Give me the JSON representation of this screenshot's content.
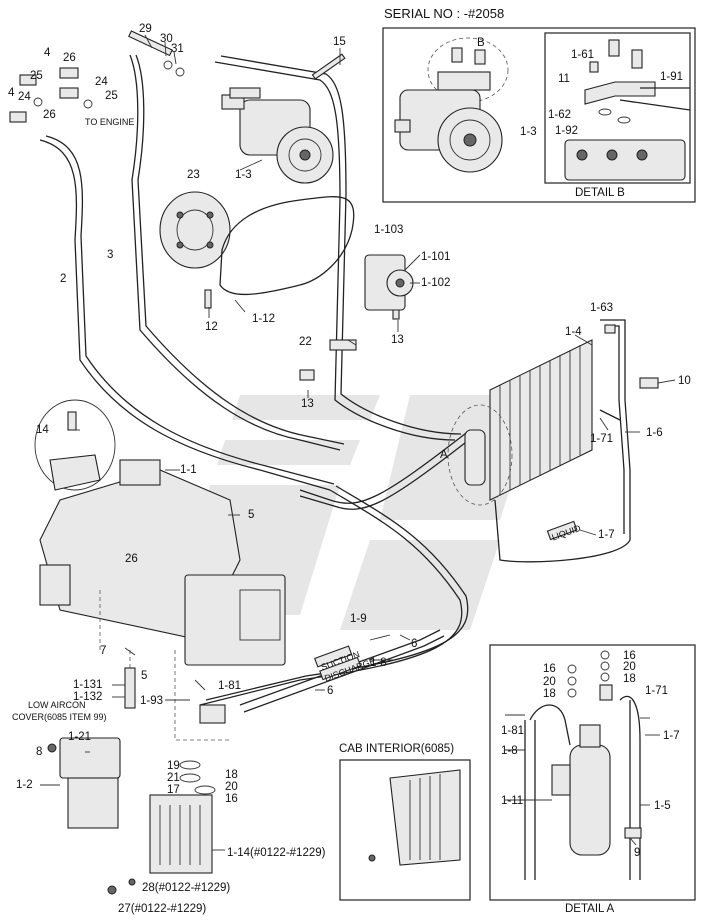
{
  "serial_header": "SERIAL NO : -#2058",
  "detail_b_title": "DETAIL B",
  "detail_a_title": "DETAIL A",
  "cab_interior_title": "CAB INTERIOR(6085)",
  "to_engine": "TO ENGINE",
  "low_aircon_line1": "LOW AIRCON",
  "low_aircon_line2": "COVER(6085 ITEM 99)",
  "labels": [
    {
      "id": "l29",
      "text": "29"
    },
    {
      "id": "l30",
      "text": "30"
    },
    {
      "id": "l31",
      "text": "31"
    },
    {
      "id": "l4a",
      "text": "4"
    },
    {
      "id": "l26a",
      "text": "26"
    },
    {
      "id": "l25a",
      "text": "25"
    },
    {
      "id": "l4b",
      "text": "4"
    },
    {
      "id": "l24a",
      "text": "24"
    },
    {
      "id": "l24b",
      "text": "24"
    },
    {
      "id": "l25b",
      "text": "25"
    },
    {
      "id": "l26b",
      "text": "26"
    },
    {
      "id": "l15",
      "text": "15"
    },
    {
      "id": "l13a",
      "text": "1-3"
    },
    {
      "id": "l23",
      "text": "23"
    },
    {
      "id": "l3",
      "text": "3"
    },
    {
      "id": "l2",
      "text": "2"
    },
    {
      "id": "l12",
      "text": "12"
    },
    {
      "id": "l112",
      "text": "1-12"
    },
    {
      "id": "l1103",
      "text": "1-103"
    },
    {
      "id": "l1101",
      "text": "1-101"
    },
    {
      "id": "l1102",
      "text": "1-102"
    },
    {
      "id": "l13b",
      "text": "13"
    },
    {
      "id": "l22",
      "text": "22"
    },
    {
      "id": "l13c",
      "text": "13"
    },
    {
      "id": "l163",
      "text": "1-63"
    },
    {
      "id": "l14c",
      "text": "1-4"
    },
    {
      "id": "l10",
      "text": "10"
    },
    {
      "id": "l171",
      "text": "1-71"
    },
    {
      "id": "l16a",
      "text": "1-6"
    },
    {
      "id": "lA",
      "text": "A"
    },
    {
      "id": "l14",
      "text": "14"
    },
    {
      "id": "l11",
      "text": "1-1"
    },
    {
      "id": "l5a",
      "text": "5"
    },
    {
      "id": "l26c",
      "text": "26"
    },
    {
      "id": "l17",
      "text": "1-7"
    },
    {
      "id": "l19",
      "text": "1-9"
    },
    {
      "id": "l6a",
      "text": "6"
    },
    {
      "id": "l18",
      "text": "1-8"
    },
    {
      "id": "l6b",
      "text": "6"
    },
    {
      "id": "l7",
      "text": "7"
    },
    {
      "id": "l5b",
      "text": "5"
    },
    {
      "id": "l1131",
      "text": "1-131"
    },
    {
      "id": "l1132",
      "text": "1-132"
    },
    {
      "id": "l181",
      "text": "1-81"
    },
    {
      "id": "l193",
      "text": "1-93"
    },
    {
      "id": "l8",
      "text": "8"
    },
    {
      "id": "l121",
      "text": "1-21"
    },
    {
      "id": "l12b",
      "text": "1-2"
    },
    {
      "id": "l19n",
      "text": "19"
    },
    {
      "id": "l21n",
      "text": "21"
    },
    {
      "id": "l17n",
      "text": "17"
    },
    {
      "id": "l18n",
      "text": "18"
    },
    {
      "id": "l20n",
      "text": "20"
    },
    {
      "id": "l16n",
      "text": "16"
    },
    {
      "id": "l114",
      "text": "1-14(#0122-#1229)"
    },
    {
      "id": "l28",
      "text": "28(#0122-#1229)"
    },
    {
      "id": "l27",
      "text": "27(#0122-#1229)"
    },
    {
      "id": "lB",
      "text": "B"
    },
    {
      "id": "l13d",
      "text": "1-3"
    },
    {
      "id": "l161",
      "text": "1-61"
    },
    {
      "id": "l11b",
      "text": "11"
    },
    {
      "id": "l191",
      "text": "1-91"
    },
    {
      "id": "l162",
      "text": "1-62"
    },
    {
      "id": "l192",
      "text": "1-92"
    },
    {
      "id": "dA16a",
      "text": "16"
    },
    {
      "id": "dA20a",
      "text": "20"
    },
    {
      "id": "dA18a",
      "text": "18"
    },
    {
      "id": "dA16b",
      "text": "16"
    },
    {
      "id": "dA20b",
      "text": "20"
    },
    {
      "id": "dA18b",
      "text": "18"
    },
    {
      "id": "dA171",
      "text": "1-71"
    },
    {
      "id": "dA181",
      "text": "1-81"
    },
    {
      "id": "dA17",
      "text": "1-7"
    },
    {
      "id": "dA18",
      "text": "1-8"
    },
    {
      "id": "dA111",
      "text": "1-11"
    },
    {
      "id": "dA15",
      "text": "1-5"
    },
    {
      "id": "dA9",
      "text": "9"
    }
  ],
  "tag_texts": {
    "suction": "SUCTION",
    "discharge": "DISCHARGE",
    "liquid": "LIQUID"
  }
}
